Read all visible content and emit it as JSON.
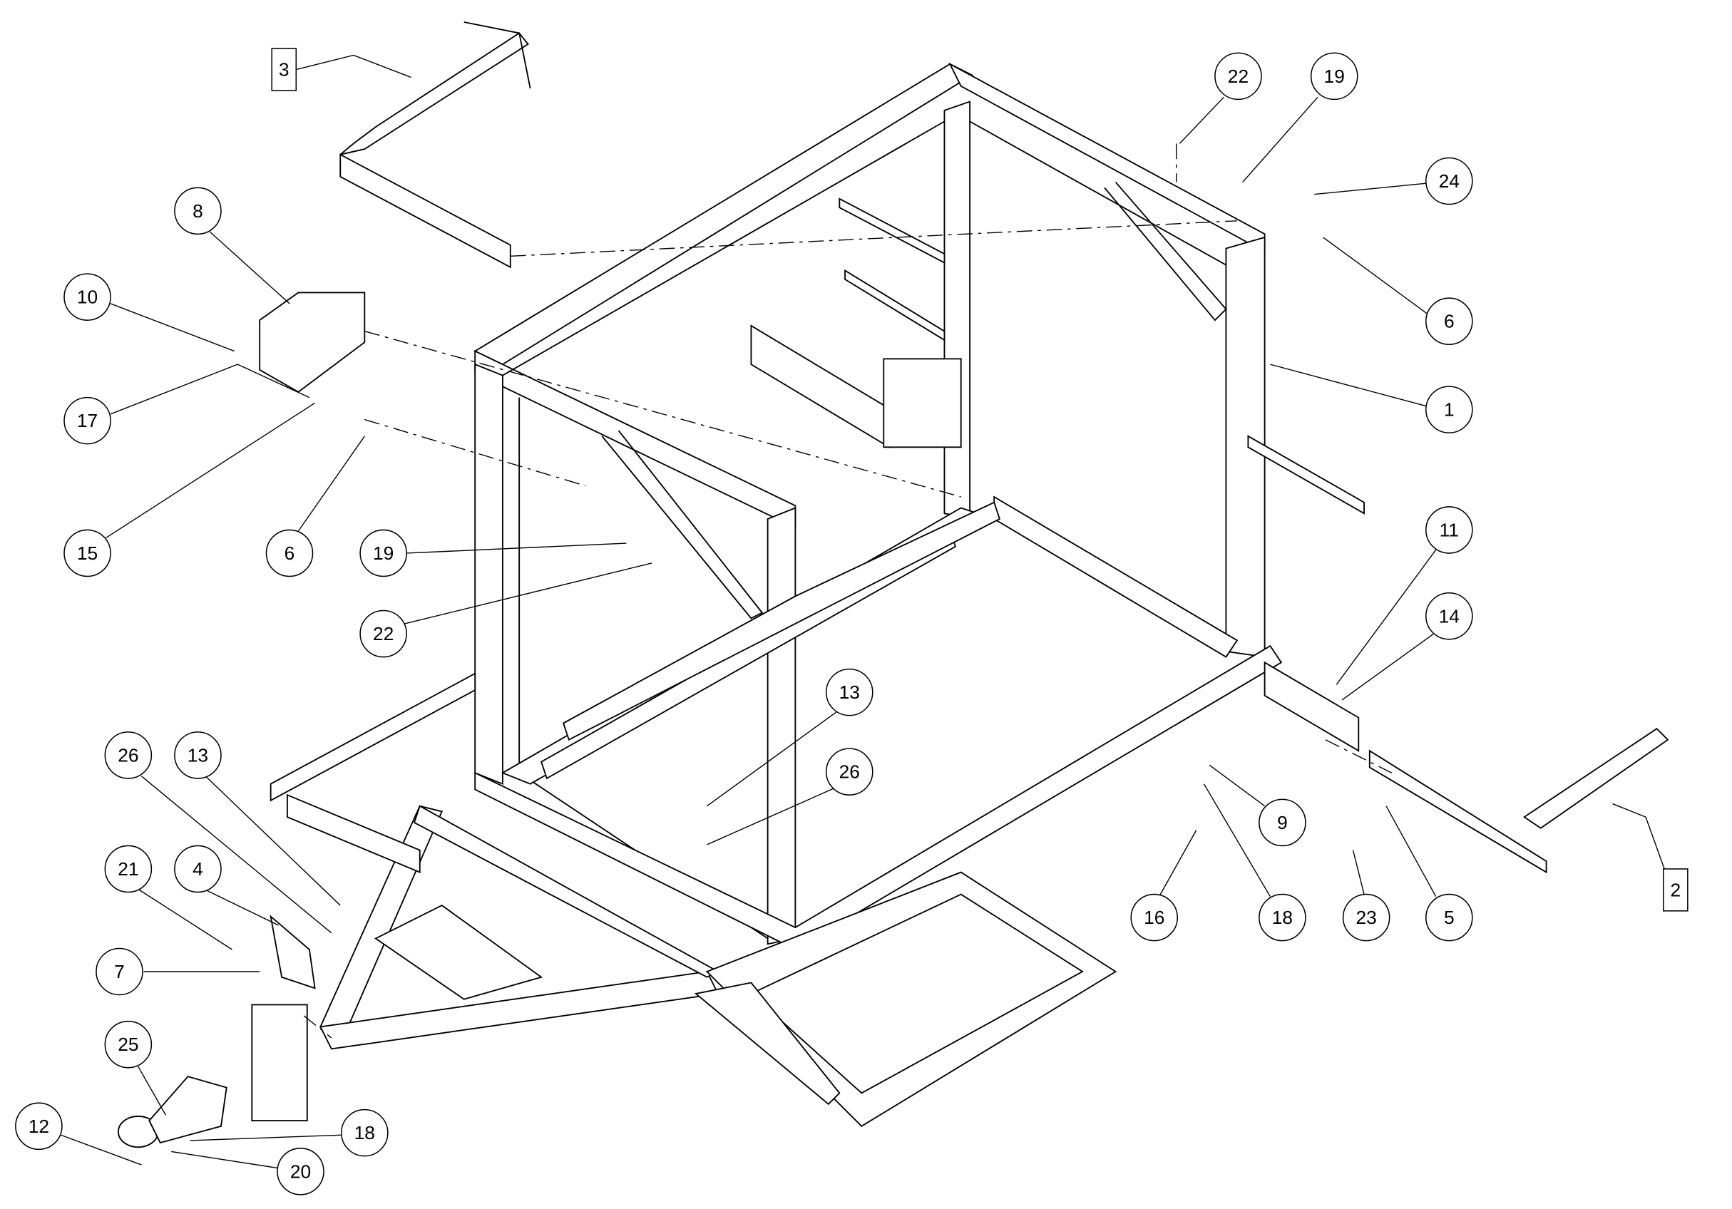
{
  "title": "Frame assembly exploded view",
  "callouts": [
    "3",
    "22",
    "19",
    "24",
    "8",
    "10",
    "6",
    "1",
    "17",
    "15",
    "6",
    "19",
    "22",
    "11",
    "14",
    "13",
    "26",
    "13",
    "26",
    "21",
    "4",
    "9",
    "7",
    "16",
    "18",
    "23",
    "5",
    "2",
    "25",
    "18",
    "12",
    "20"
  ]
}
